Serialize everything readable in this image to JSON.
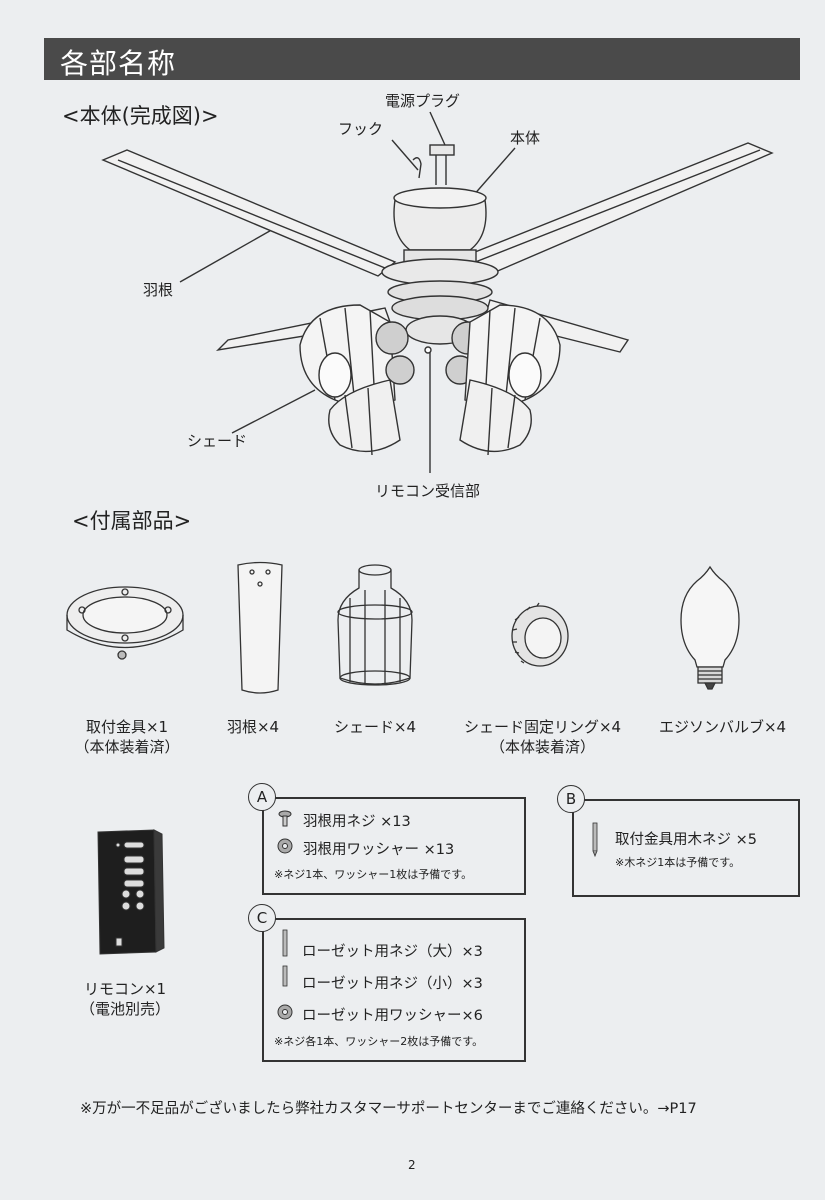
{
  "header": {
    "title": "各部名称"
  },
  "main_unit": {
    "heading": "<本体(完成図)>",
    "callouts": {
      "power_plug": "電源プラグ",
      "hook": "フック",
      "body": "本体",
      "blade": "羽根",
      "shade": "シェード",
      "receiver": "リモコン受信部"
    }
  },
  "accessories": {
    "heading": "<付属部品>",
    "items": [
      {
        "label": "取付金具×1",
        "sub": "（本体装着済）"
      },
      {
        "label": "羽根×4",
        "sub": ""
      },
      {
        "label": "シェード×4",
        "sub": ""
      },
      {
        "label": "シェード固定リング×4",
        "sub": "（本体装着済）"
      },
      {
        "label": "エジソンバルブ×4",
        "sub": ""
      }
    ],
    "remote": {
      "label": "リモコン×1",
      "sub": "（電池別売）"
    }
  },
  "box_a": {
    "badge": "A",
    "rows": [
      "羽根用ネジ ×13",
      "羽根用ワッシャー ×13"
    ],
    "note": "※ネジ1本、ワッシャー1枚は予備です。"
  },
  "box_b": {
    "badge": "B",
    "rows": [
      "取付金具用木ネジ ×5"
    ],
    "note": "※木ネジ1本は予備です。"
  },
  "box_c": {
    "badge": "C",
    "rows": [
      "ローゼット用ネジ（大）×3",
      "ローゼット用ネジ（小）×3",
      "ローゼット用ワッシャー×6"
    ],
    "note": "※ネジ各1本、ワッシャー2枚は予備です。"
  },
  "footer_note": "※万が一不足品がございましたら弊社カスタマーサポートセンターまでご連絡ください。→P17",
  "page_number": "2"
}
